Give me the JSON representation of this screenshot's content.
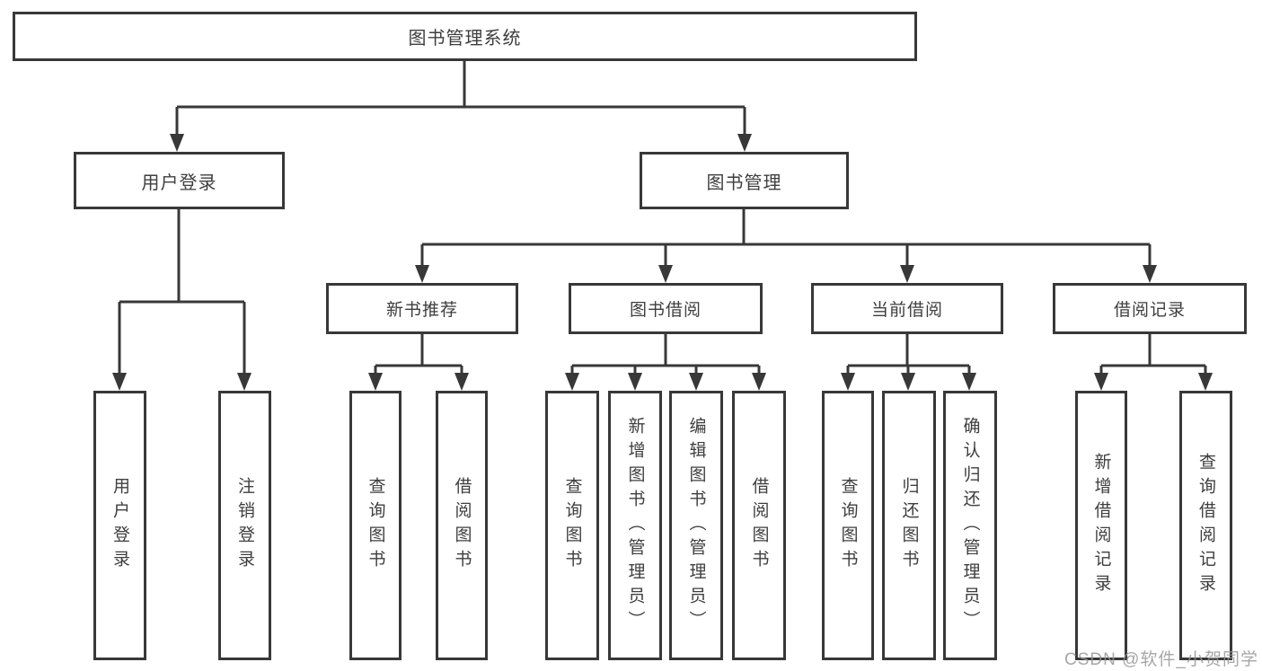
{
  "diagram": {
    "root": "图书管理系统",
    "user_branch": {
      "label": "用户登录",
      "children": [
        "用户登录",
        "注销登录"
      ]
    },
    "book_branch": {
      "label": "图书管理",
      "modules": [
        {
          "label": "新书推荐",
          "children": [
            "查询图书",
            "借阅图书"
          ]
        },
        {
          "label": "图书借阅",
          "children": [
            "查询图书",
            "新增图书（管理员）",
            "编辑图书（管理员）",
            "借阅图书"
          ]
        },
        {
          "label": "当前借阅",
          "children": [
            "查询图书",
            "归还图书",
            "确认归还（管理员）"
          ]
        },
        {
          "label": "借阅记录",
          "children": [
            "新增借阅记录",
            "查询借阅记录"
          ]
        }
      ]
    }
  },
  "watermark": "CSDN @软件_小贺同学",
  "colors": {
    "line": "#383838",
    "text": "#3e3e3e",
    "background": "#ffffff",
    "watermark": "#969696"
  }
}
